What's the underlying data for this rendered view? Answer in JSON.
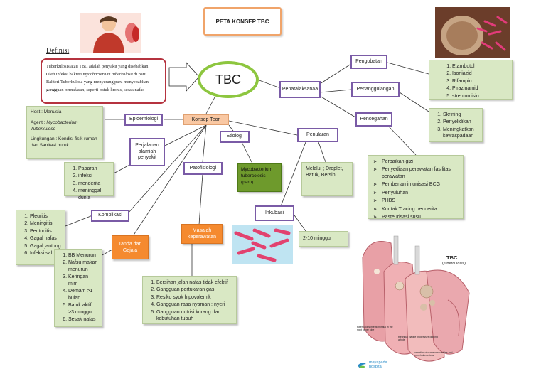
{
  "title": {
    "label": "PETA KONSEP TBC"
  },
  "center": {
    "label": "TBC"
  },
  "definisi": {
    "heading": "Definisi",
    "lines": [
      "Tuberkulosis atau TBC adalah penyakit yang disebabkan",
      "Oleh infeksi bakteri",
      "mycobacterium tuberkulosa",
      "di paru",
      "Bakteri Tuberkulosa yang menyerang paru menyebabkan",
      "gangguan pernafasan, seperti batuk kronis, sesak nafas"
    ]
  },
  "host": {
    "host": "Host : Manusia",
    "agent_label": "Agent :",
    "agent_value": "Mycobacterium Tuberkuloso",
    "lingkungan": "Lingkungan : Kondisi fisik rumah dan Sanitasi buruk"
  },
  "nodes": {
    "epidemiologi": "Epidemiologi",
    "konsep_teori": "Konsep Teori",
    "etiologi": "Etiologi",
    "penularan": "Penularan",
    "perjalanan": "Perjalanan alamiah penyakit",
    "patofisiologi": "Patofisiologi",
    "komplikasi": "Komplikasi",
    "inkubasi": "Inkubasi",
    "penatalaksanaa": "Penatalaksanaa",
    "pengobatan": "Pengobatan",
    "penanggulangan": "Penanggulangan",
    "pencegahan": "Pencegahan",
    "tanda_gejala": "Tanda dan Gejala",
    "masalah_keperawatan": "Masalah keperawatan"
  },
  "perjalanan_list": [
    "Paparan",
    "infeksi",
    "menderita",
    "meninggal dunia"
  ],
  "etiologi_value": "Mycobacterium tubercolosis (paru)",
  "penularan_value": "Melalui ; Droplet, Batuk, Bersin",
  "inkubasi_value": "2-10 minggu",
  "komplikasi_list": [
    "Pleuritis",
    "Meningitis",
    "Peritonitis",
    "Gagal nafas",
    "Gagal jantung",
    "Infeksi sal. ce"
  ],
  "gejala_list": [
    "BB Menurun",
    "Nafsu makan menurun",
    "Keringan mlm",
    "Demam >1 bulan",
    "Batuk aktif >3 minggu",
    "Sesak nafas"
  ],
  "masalah_list": [
    "Bersihan jalan nafas tidak efektif",
    "Gangguan pertukaran gas",
    "Resiko syok hipovolemik",
    "Gangguan rasa nyaman : nyeri",
    "Gangguan nutrisi kurang dari kebutuhan tubuh"
  ],
  "pengobatan_list": [
    "Etambutol",
    "Isoniazid",
    "Rifampin",
    "Pirazinamid",
    "streptomisin"
  ],
  "penanggulangan_list": [
    "Skrining",
    "Penyelidikan",
    "Meningkatkan kewaspadaan"
  ],
  "pencegahan_list": [
    "Perbaikan gizi",
    "Penyediaan perawatan fasilitas perawatan",
    "Pemberian imunisasi BCG",
    "Penyuluhan",
    "PHBS",
    "Kontak Tracing penderita",
    "Pasteurisasi susu"
  ],
  "lung_illustration": {
    "title": "TBC",
    "subtitle": "(tuberculosis)",
    "caption_1": "tuberculous infection initial in the right upper lobe",
    "caption_2": "the initial plaque progresses digging a hole",
    "caption_3": "formation of numerous cavities and bronchial erosions",
    "logo_line1": "mayapada",
    "logo_line2": "hospital"
  },
  "colors": {
    "purple": "#7a5ba6",
    "orange": "#f58a2f",
    "green": "#d9e8c4",
    "ellipse": "#8dc63f",
    "definisi_border": "#b5333f"
  }
}
